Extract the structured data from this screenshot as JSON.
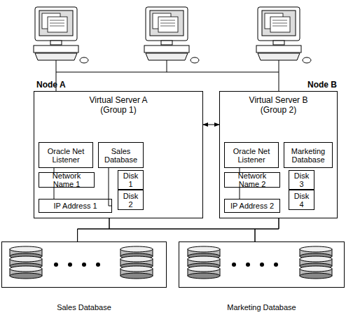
{
  "diagram": {
    "nodes": [
      {
        "text": [
          "Node A",
          "Virtual Server A (Group 1)"
        ]
      },
      {
        "text": [
          "Oracle Net Listener"
        ],
        "in": 0
      },
      {
        "text": [
          "Sales Database"
        ],
        "in": 0
      },
      {
        "text": [
          "Network Name 1"
        ],
        "in": 0
      },
      {
        "text": [
          "Disk 1"
        ],
        "in": 0
      },
      {
        "text": [
          "Disk 2"
        ],
        "in": 0
      },
      {
        "text": [
          "IP Address 1"
        ],
        "in": 0
      },
      {
        "text": [
          "Node B",
          "Virtual Server B (Group 2)"
        ]
      },
      {
        "text": [
          "Oracle Net Listener"
        ],
        "in": 7
      },
      {
        "text": [
          "Marketing Database"
        ],
        "in": 7
      },
      {
        "text": [
          "Network Name 2"
        ],
        "in": 7
      },
      {
        "text": [
          "Disk 3"
        ],
        "in": 7
      },
      {
        "text": [
          "Disk 4"
        ],
        "in": 7
      },
      {
        "text": [
          "IP Address 2"
        ],
        "in": 7
      },
      {
        "text": [
          "Sales Database"
        ]
      },
      {
        "text": [
          "Marketing Database"
        ]
      }
    ],
    "edges": [
      {
        "from": 0,
        "to": 7,
        "arrow": "both"
      },
      {
        "from": 1,
        "to": 3,
        "arrow": "none"
      },
      {
        "from": 3,
        "to": 6,
        "arrow": "none"
      },
      {
        "from": 6,
        "to": 2,
        "arrow": "none"
      },
      {
        "from": 8,
        "to": 10,
        "arrow": "none"
      },
      {
        "from": 10,
        "to": 13,
        "arrow": "none"
      },
      {
        "from": 0,
        "to": 14,
        "arrow": "none"
      },
      {
        "from": 0,
        "to": 15,
        "arrow": "none"
      },
      {
        "from": 7,
        "to": 14,
        "arrow": "none"
      },
      {
        "from": 7,
        "to": 15,
        "arrow": "none"
      }
    ]
  }
}
